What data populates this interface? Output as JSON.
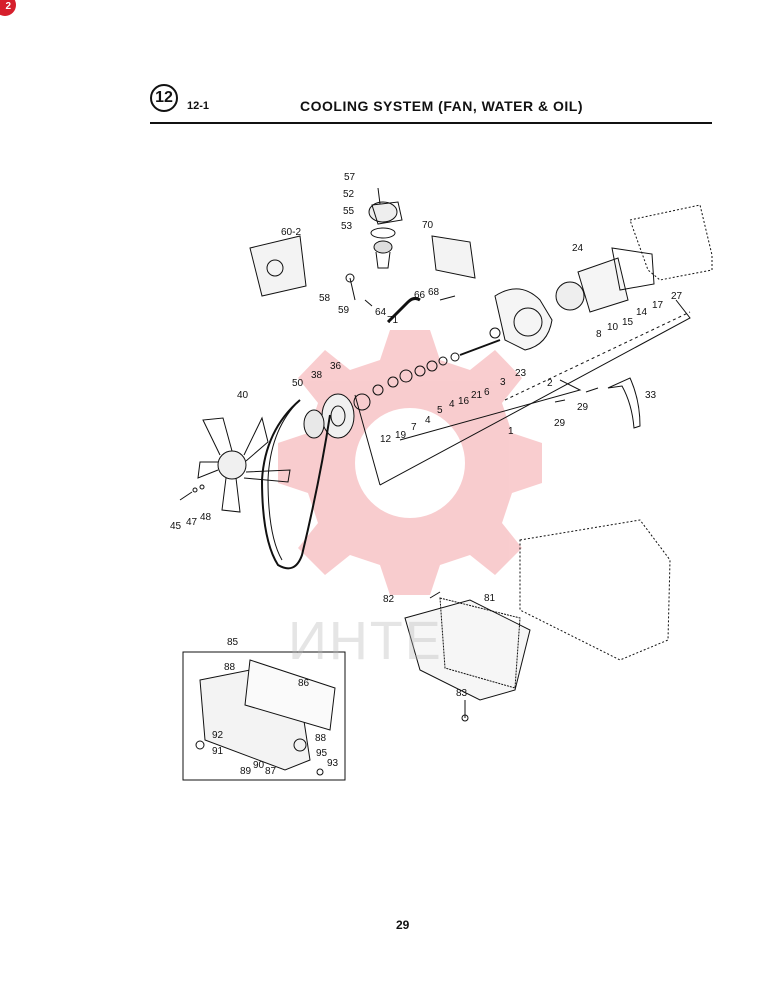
{
  "header": {
    "corner_badge": "2",
    "section_number": "12",
    "section_code": "12-1",
    "title": "COOLING SYSTEM (FAN, WATER & OIL)"
  },
  "page_number": "29",
  "watermark": {
    "text": "ИНТЕ",
    "color": "#e84a52"
  },
  "part_labels": [
    {
      "id": "p57",
      "text": "57"
    },
    {
      "id": "p52",
      "text": "52"
    },
    {
      "id": "p55",
      "text": "55"
    },
    {
      "id": "p53",
      "text": "53"
    },
    {
      "id": "p70",
      "text": "70"
    },
    {
      "id": "p60",
      "text": "60-2"
    },
    {
      "id": "p24",
      "text": "24"
    },
    {
      "id": "p58",
      "text": "58"
    },
    {
      "id": "p59",
      "text": "59"
    },
    {
      "id": "p64",
      "text": "64"
    },
    {
      "id": "p66",
      "text": "66"
    },
    {
      "id": "p68",
      "text": "68"
    },
    {
      "id": "p71",
      "text": "71"
    },
    {
      "id": "p10",
      "text": "10"
    },
    {
      "id": "p8",
      "text": "8"
    },
    {
      "id": "p15",
      "text": "15"
    },
    {
      "id": "p14",
      "text": "14"
    },
    {
      "id": "p17",
      "text": "17"
    },
    {
      "id": "p27",
      "text": "27"
    },
    {
      "id": "p23",
      "text": "23"
    },
    {
      "id": "p36",
      "text": "36"
    },
    {
      "id": "p38",
      "text": "38"
    },
    {
      "id": "p50",
      "text": "50"
    },
    {
      "id": "p40",
      "text": "40"
    },
    {
      "id": "p3",
      "text": "3"
    },
    {
      "id": "p6",
      "text": "6"
    },
    {
      "id": "p21",
      "text": "21"
    },
    {
      "id": "p16",
      "text": "16"
    },
    {
      "id": "p4",
      "text": "4"
    },
    {
      "id": "p5",
      "text": "5"
    },
    {
      "id": "p2",
      "text": "2"
    },
    {
      "id": "p33",
      "text": "33"
    },
    {
      "id": "p29a",
      "text": "29"
    },
    {
      "id": "p29b",
      "text": "29"
    },
    {
      "id": "p7",
      "text": "7"
    },
    {
      "id": "p4b",
      "text": "4"
    },
    {
      "id": "p19",
      "text": "19"
    },
    {
      "id": "p12",
      "text": "12"
    },
    {
      "id": "p1",
      "text": "1"
    },
    {
      "id": "p45",
      "text": "45"
    },
    {
      "id": "p47",
      "text": "47"
    },
    {
      "id": "p48",
      "text": "48"
    },
    {
      "id": "p82",
      "text": "82"
    },
    {
      "id": "p81",
      "text": "81"
    },
    {
      "id": "p85",
      "text": "85"
    },
    {
      "id": "p88a",
      "text": "88"
    },
    {
      "id": "p86",
      "text": "86"
    },
    {
      "id": "p83",
      "text": "83"
    },
    {
      "id": "p92",
      "text": "92"
    },
    {
      "id": "p91",
      "text": "91"
    },
    {
      "id": "p88b",
      "text": "88"
    },
    {
      "id": "p95",
      "text": "95"
    },
    {
      "id": "p93",
      "text": "93"
    },
    {
      "id": "p89",
      "text": "89"
    },
    {
      "id": "p90",
      "text": "90"
    },
    {
      "id": "p87",
      "text": "87"
    }
  ]
}
